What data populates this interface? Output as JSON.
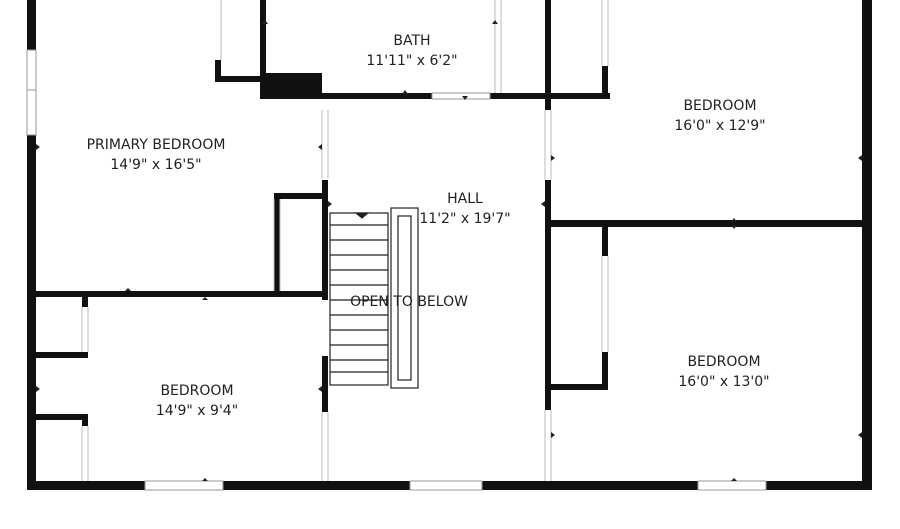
{
  "rooms": [
    {
      "name": "BATH",
      "dims": "11'11\" x 6'2\""
    },
    {
      "name": "PRIMARY BEDROOM",
      "dims": "14'9\" x 16'5\""
    },
    {
      "name": "HALL",
      "dims": "11'2\" x 19'7\""
    },
    {
      "name": "BEDROOM",
      "dims": "16'0\" x 12'9\""
    },
    {
      "name": "BEDROOM",
      "dims": "16'0\" x 13'0\""
    },
    {
      "name": "BEDROOM",
      "dims": "14'9\" x 9'4\""
    }
  ],
  "stair": {
    "label": "OPEN TO BELOW"
  },
  "colors": {
    "wall": "#111111",
    "opening": "#ffffff",
    "window": "#cfcfcf"
  }
}
